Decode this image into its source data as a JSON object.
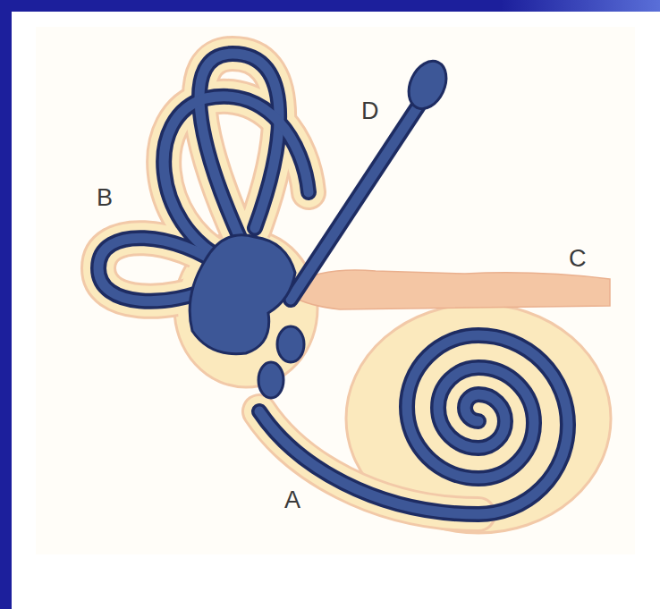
{
  "diagram": {
    "labels": [
      "D",
      "B",
      "C",
      "A"
    ]
  }
}
